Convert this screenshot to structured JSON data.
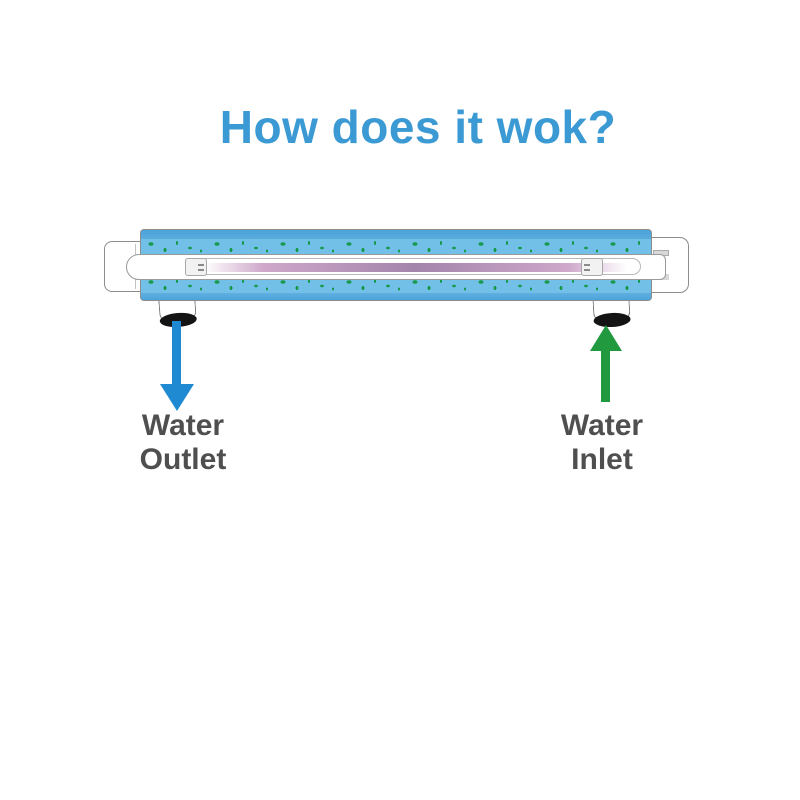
{
  "title": {
    "text": "How does it wok?"
  },
  "diagram": {
    "outlet_label": "Water Outlet",
    "inlet_label": "Water Inlet",
    "icons": {
      "outlet_arrow": "down-arrow",
      "inlet_arrow": "up-arrow"
    }
  },
  "colors": {
    "title_blue": "#3b9ad3",
    "water_light": "#72bfe8",
    "water_dark": "#4aa3da",
    "germ_green": "#18994c",
    "outlet_arrow": "#1f8ad2",
    "inlet_arrow": "#21993f",
    "label_gray": "#4f4f4f",
    "outline": "#8c8c8c"
  }
}
